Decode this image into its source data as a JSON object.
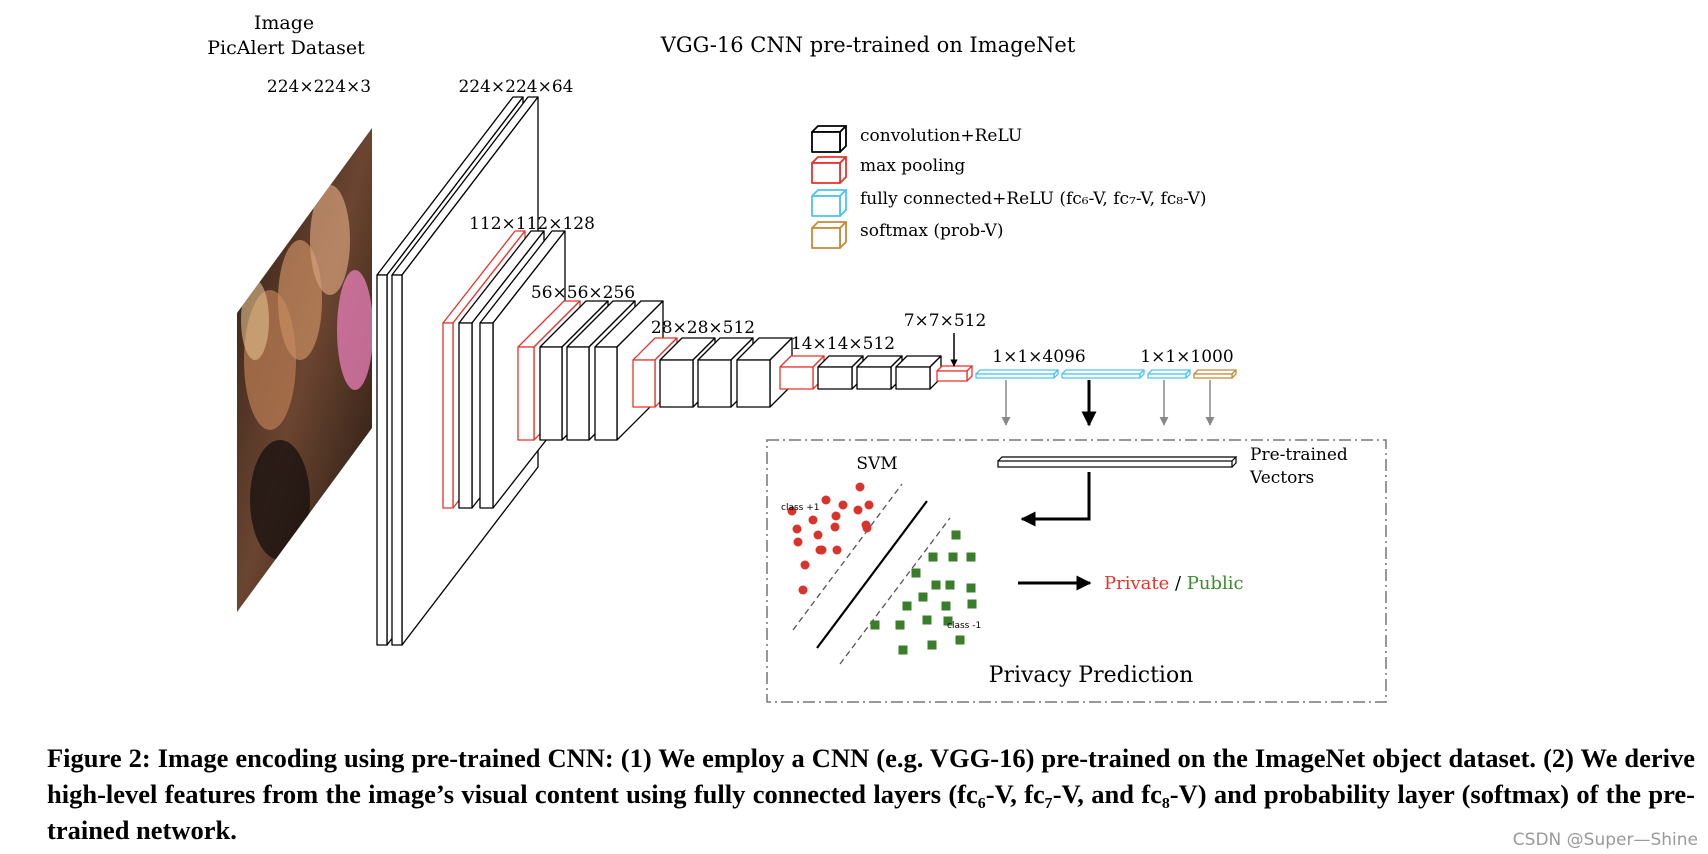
{
  "header": {
    "image_label": "Image",
    "dataset_label": "PicAlert Dataset",
    "network_title": "VGG-16 CNN pre-trained on ImageNet"
  },
  "dimensions": {
    "input": "224×224×3",
    "conv1": "224×224×64",
    "conv2": "112×112×128",
    "conv3": "56×56×256",
    "conv4": "28×28×512",
    "conv5": "14×14×512",
    "pool5": "7×7×512",
    "fc": "1×1×4096",
    "softmax": "1×1×1000"
  },
  "legend": {
    "items": [
      {
        "label": "convolution+ReLU",
        "color": "#000000"
      },
      {
        "label": "max  pooling",
        "color": "#e8332a"
      },
      {
        "label": "fully  connected+ReLU  (fc₆-V,  fc₇-V,  fc₈-V)",
        "color": "#4dc3f0"
      },
      {
        "label": "softmax  (prob-V)",
        "color": "#c8893a"
      }
    ]
  },
  "prediction_panel": {
    "svm_label": "SVM",
    "class_pos_label": "class +1",
    "class_neg_label": "class -1",
    "vectors_label_line1": "Pre-trained",
    "vectors_label_line2": "Vectors",
    "private_label": "Private",
    "separator": " / ",
    "public_label": "Public",
    "private_color": "#e8332a",
    "public_color": "#3a8c2c",
    "title": "Privacy Prediction"
  },
  "caption": {
    "text": "Figure 2: Image encoding using pre-trained CNN: (1) We employ a CNN (e.g. VGG-16) pre-trained on the ImageNet object dataset. (2) We derive high-level features from the image’s visual content using fully connected layers (fc₆-V, fc₇-V, and fc₈-V) and probability layer (softmax) of the pre-trained network."
  },
  "watermark": "CSDN @Super—Shine"
}
